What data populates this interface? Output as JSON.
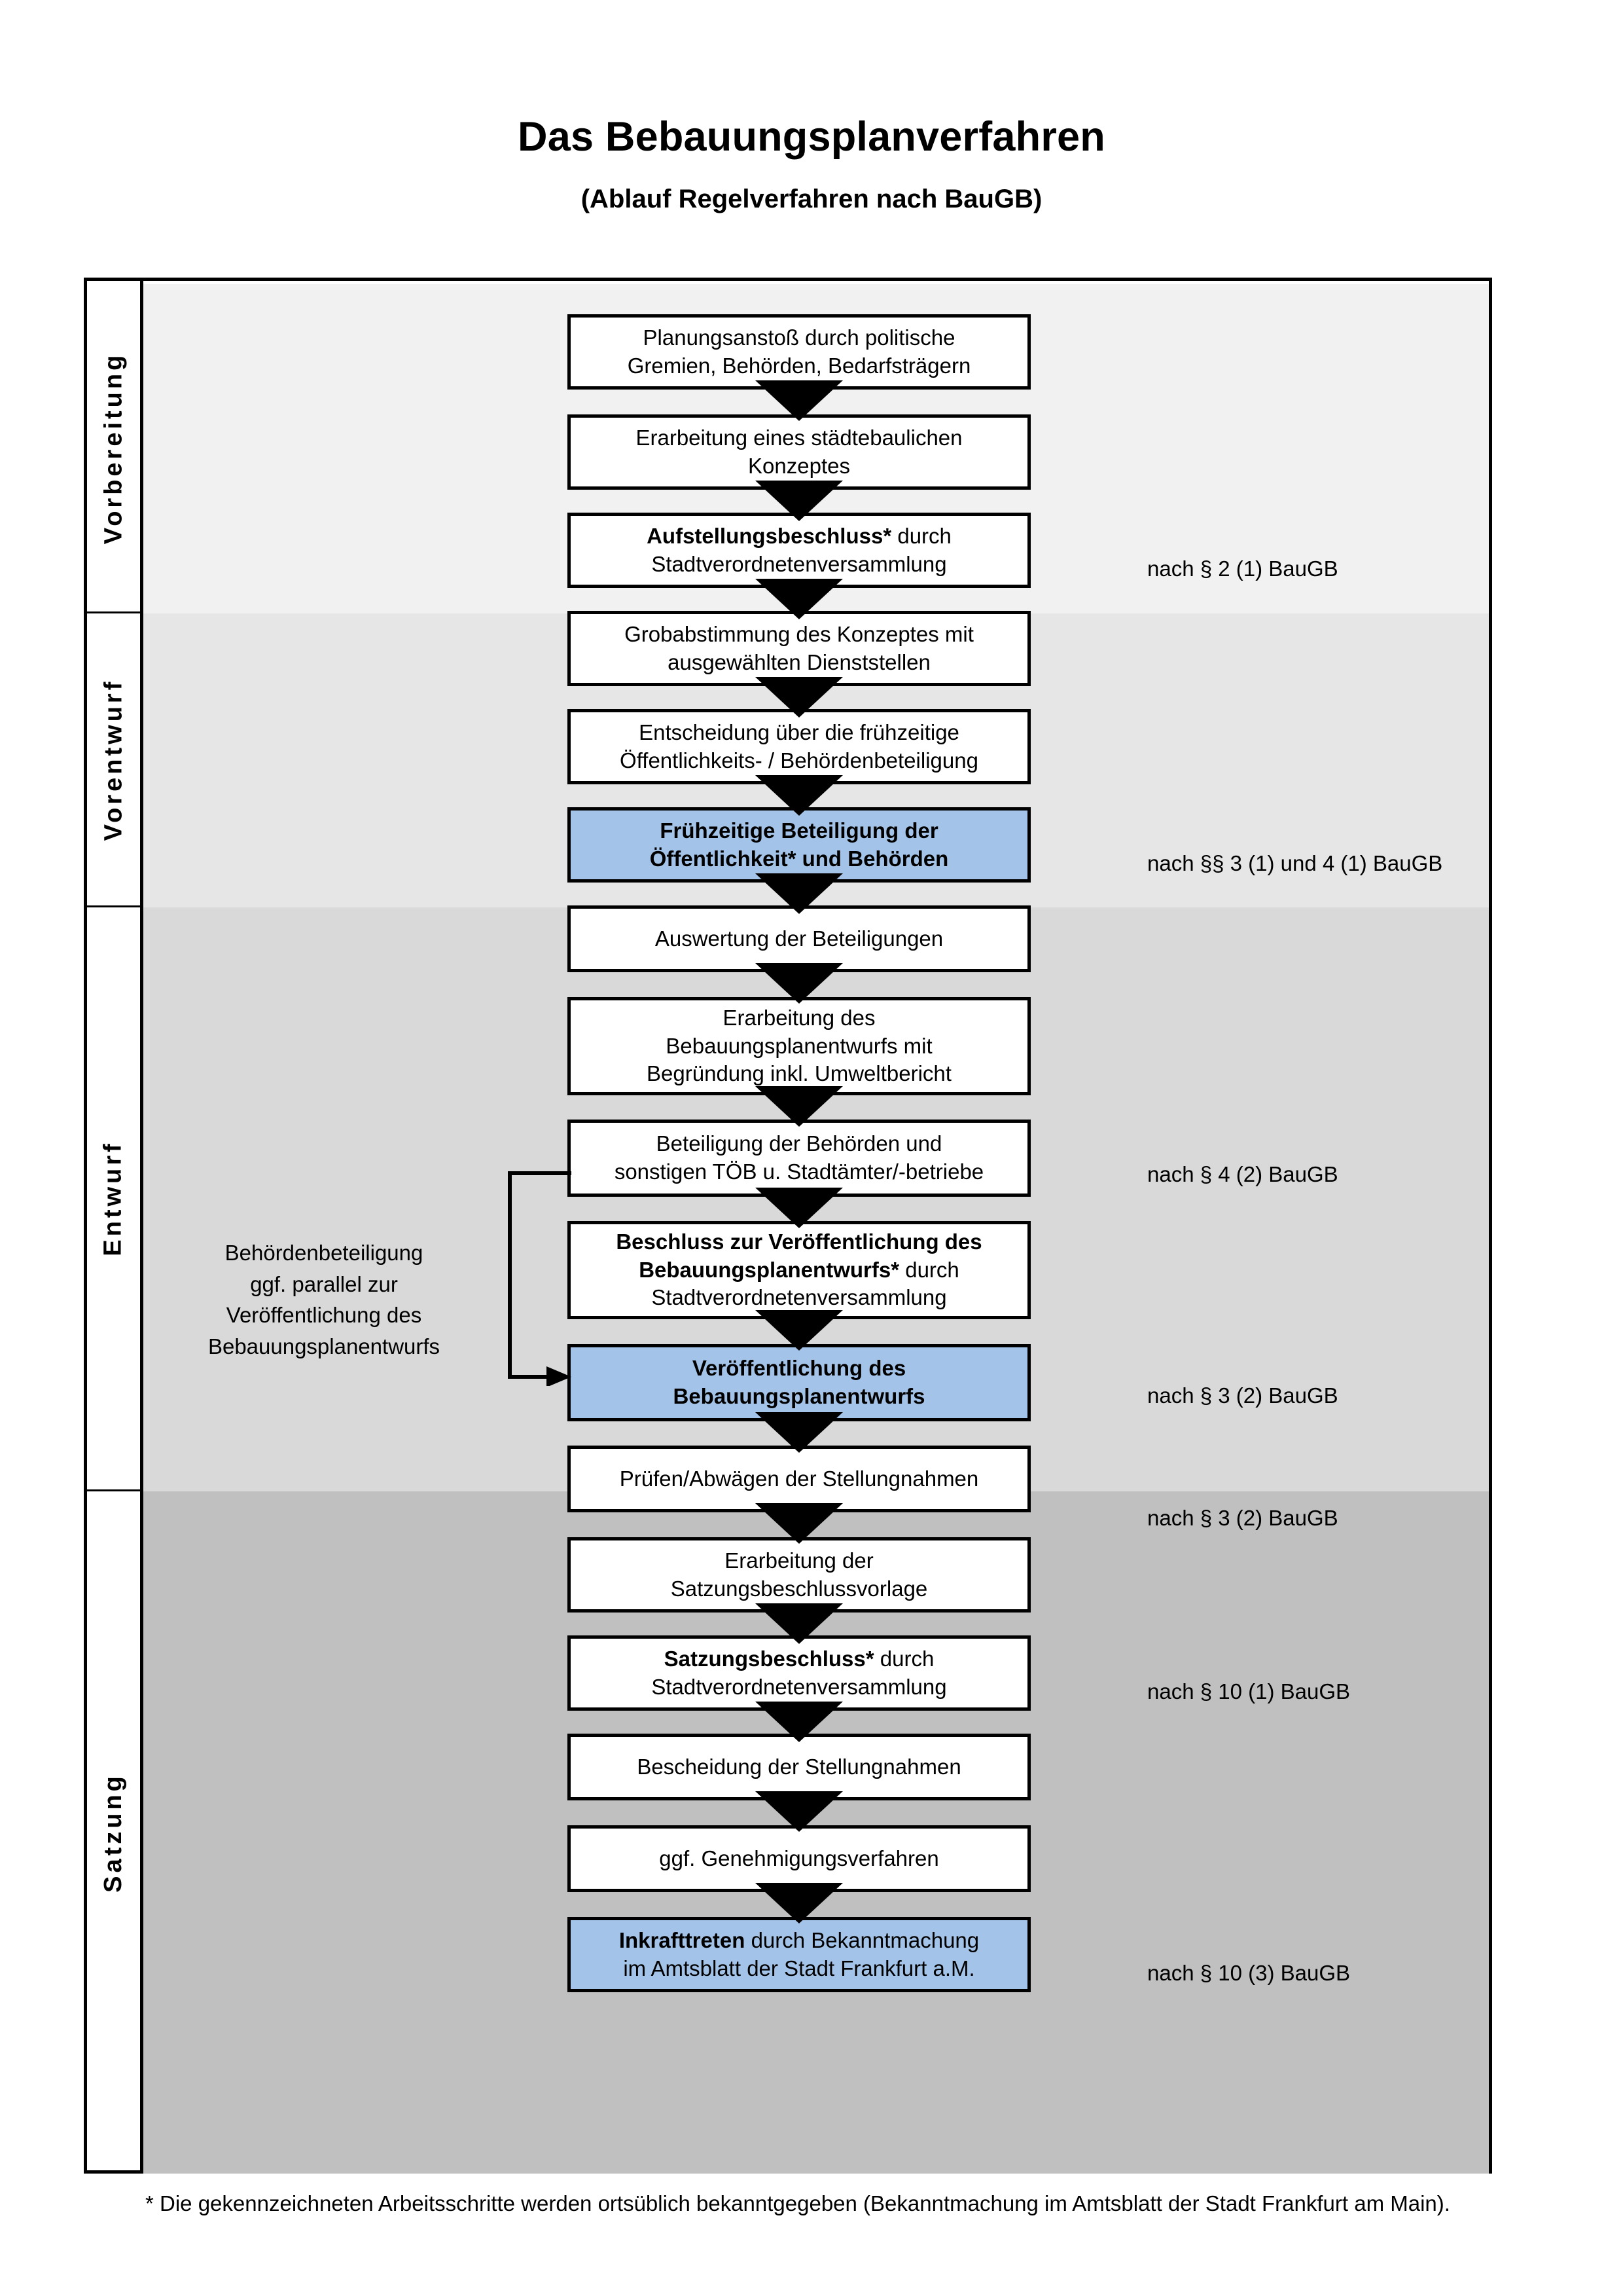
{
  "document": {
    "title": "Das Bebauungsplanverfahren",
    "subtitle": "(Ablauf Regelverfahren nach BauGB)",
    "footnote": "* Die gekennzeichneten Arbeitsschritte werden ortsüblich bekanntgegeben (Bekanntmachung im Amtsblatt  der Stadt Frankfurt am Main)."
  },
  "colors": {
    "highlight_box": "#A3C4E8",
    "band_vorbereitung": "#F1F1F1",
    "band_vorentwurf": "#E6E6E6",
    "band_entwurf": "#D9D9D9",
    "band_satzung": "#C0C0C0",
    "outline": "#000000"
  },
  "phases": [
    {
      "label": "Vorbereitung"
    },
    {
      "label": "Vorentwurf"
    },
    {
      "label": "Entwurf"
    },
    {
      "label": "Satzung"
    }
  ],
  "side_note": {
    "lines": [
      "Behördenbeteiligung",
      "ggf. parallel zur",
      "Veröffentlichung des",
      "Bebauungsplanentwurfs"
    ]
  },
  "steps": [
    {
      "id": "planungsanstoss",
      "phase": "Vorbereitung",
      "highlight": false,
      "lines": [
        {
          "text": "Planungsanstoß durch politische",
          "bold": false
        },
        {
          "text": "Gremien, Behörden, Bedarfsträgern",
          "bold": false
        }
      ]
    },
    {
      "id": "staedtebauliches-konzept",
      "phase": "Vorbereitung",
      "highlight": false,
      "lines": [
        {
          "text": "Erarbeitung eines städtebaulichen",
          "bold": false
        },
        {
          "text": "Konzeptes",
          "bold": false
        }
      ]
    },
    {
      "id": "aufstellungsbeschluss",
      "phase": "Vorbereitung",
      "highlight": false,
      "lines": [
        {
          "text": "Aufstellungsbeschluss*",
          "bold": true,
          "suffix": " durch"
        },
        {
          "text": "Stadtverordnetenversammlung",
          "bold": false
        }
      ]
    },
    {
      "id": "grobabstimmung",
      "phase": "Vorentwurf",
      "highlight": false,
      "lines": [
        {
          "text": "Grobabstimmung des Konzeptes mit",
          "bold": false
        },
        {
          "text": "ausgewählten Dienststellen",
          "bold": false
        }
      ]
    },
    {
      "id": "entscheidung-fruehzeitige-beteiligung",
      "phase": "Vorentwurf",
      "highlight": false,
      "lines": [
        {
          "text": "Entscheidung über die frühzeitige",
          "bold": false
        },
        {
          "text": "Öffentlichkeits- / Behördenbeteiligung",
          "bold": false
        }
      ]
    },
    {
      "id": "fruehzeitige-beteiligung",
      "phase": "Vorentwurf",
      "highlight": true,
      "lines": [
        {
          "text": "Frühzeitige Beteiligung der",
          "bold": true
        },
        {
          "text": "Öffentlichkeit* und Behörden",
          "bold": true
        }
      ]
    },
    {
      "id": "auswertung-beteiligungen",
      "phase": "Entwurf",
      "highlight": false,
      "lines": [
        {
          "text": "Auswertung der Beteiligungen",
          "bold": false
        }
      ]
    },
    {
      "id": "erarbeitung-bebauungsplanentwurf",
      "phase": "Entwurf",
      "highlight": false,
      "lines": [
        {
          "text": "Erarbeitung des",
          "bold": false
        },
        {
          "text": "Bebauungsplanentwurfs mit",
          "bold": false
        },
        {
          "text": "Begründung inkl. Umweltbericht",
          "bold": false
        }
      ]
    },
    {
      "id": "beteiligung-behoerden",
      "phase": "Entwurf",
      "highlight": false,
      "lines": [
        {
          "text": "Beteiligung der Behörden und",
          "bold": false
        },
        {
          "text": "sonstigen TÖB u. Stadtämter/-betriebe",
          "bold": false
        }
      ]
    },
    {
      "id": "beschluss-veroeffentlichung",
      "phase": "Entwurf",
      "highlight": false,
      "lines": [
        {
          "text": "Beschluss zur Veröffentlichung des",
          "bold": true
        },
        {
          "text": "Bebauungsplanentwurfs*",
          "bold": true,
          "suffix": " durch"
        },
        {
          "text": "Stadtverordnetenversammlung",
          "bold": false
        }
      ]
    },
    {
      "id": "veroeffentlichung-entwurf",
      "phase": "Entwurf",
      "highlight": true,
      "lines": [
        {
          "text": "Veröffentlichung des",
          "bold": true
        },
        {
          "text": "Bebauungsplanentwurfs",
          "bold": true
        }
      ]
    },
    {
      "id": "pruefen-abwaegen",
      "phase": "Satzung",
      "highlight": false,
      "lines": [
        {
          "text": "Prüfen/Abwägen der Stellungnahmen",
          "bold": false
        }
      ]
    },
    {
      "id": "erarbeitung-satzungsbeschlussvorlage",
      "phase": "Satzung",
      "highlight": false,
      "lines": [
        {
          "text": "Erarbeitung der",
          "bold": false
        },
        {
          "text": "Satzungsbeschlussvorlage",
          "bold": false
        }
      ]
    },
    {
      "id": "satzungsbeschluss",
      "phase": "Satzung",
      "highlight": false,
      "lines": [
        {
          "text": "Satzungsbeschluss*",
          "bold": true,
          "suffix": " durch"
        },
        {
          "text": "Stadtverordnetenversammlung",
          "bold": false
        }
      ]
    },
    {
      "id": "bescheidung-stellungnahmen",
      "phase": "Satzung",
      "highlight": false,
      "lines": [
        {
          "text": "Bescheidung der Stellungnahmen",
          "bold": false
        }
      ]
    },
    {
      "id": "genehmigungsverfahren",
      "phase": "Satzung",
      "highlight": false,
      "lines": [
        {
          "text": "ggf. Genehmigungsverfahren",
          "bold": false
        }
      ]
    },
    {
      "id": "inkrafttreten",
      "phase": "Satzung",
      "highlight": true,
      "lines": [
        {
          "text": "Inkrafttreten",
          "bold": true,
          "suffix": " durch Bekanntmachung"
        },
        {
          "text": "im Amtsblatt der Stadt Frankfurt a.M.",
          "bold": false
        }
      ]
    }
  ],
  "references": [
    {
      "id": "ref-aufstellungsbeschluss",
      "text": "nach § 2 (1) BauGB"
    },
    {
      "id": "ref-fruehzeitige-beteiligung",
      "text": "nach §§ 3 (1) und 4 (1) BauGB"
    },
    {
      "id": "ref-beteiligung-behoerden",
      "text": "nach § 4 (2) BauGB"
    },
    {
      "id": "ref-beschluss-veroeffentlichung",
      "text": "nach § 3 (2) BauGB"
    },
    {
      "id": "ref-veroeffentlichung-entwurf",
      "text": "nach § 3 (2) BauGB"
    },
    {
      "id": "ref-satzungsbeschluss",
      "text": "nach § 10 (1) BauGB"
    },
    {
      "id": "ref-inkrafttreten",
      "text": "nach § 10 (3) BauGB"
    }
  ]
}
